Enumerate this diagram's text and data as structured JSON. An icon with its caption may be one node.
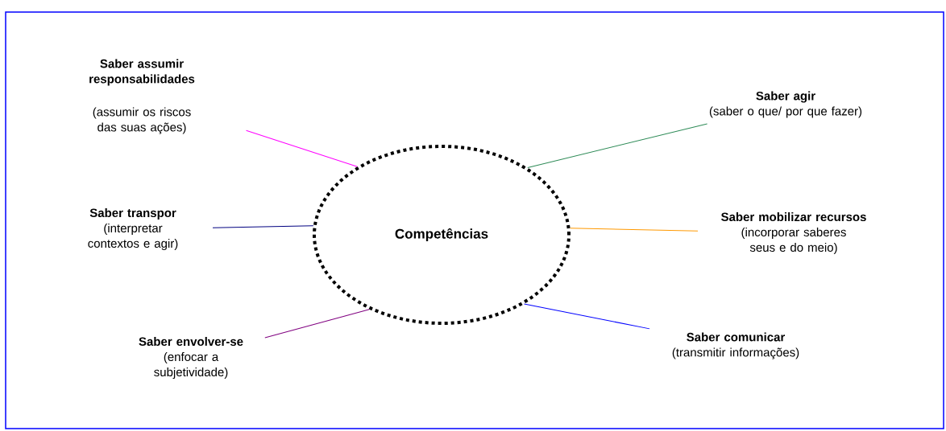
{
  "diagram": {
    "nodes": [
      {
        "text": [
          "Competências"
        ]
      },
      {
        "text": [
          "Saber assumir responsabilidades",
          "(assumir os riscos das suas ações)"
        ]
      },
      {
        "text": [
          "Saber transpor",
          "(interpretar contextos e agir)"
        ]
      },
      {
        "text": [
          "Saber envolver-se",
          "(enfocar a subjetividade)"
        ]
      },
      {
        "text": [
          "Saber agir",
          "(saber o que/ por que fazer)"
        ]
      },
      {
        "text": [
          "Saber mobilizar recursos",
          "(incorporar saberes seus e do meio)"
        ]
      },
      {
        "text": [
          "Saber comunicar",
          "(transmitir informações)"
        ]
      }
    ],
    "edges": [
      {
        "from": 0,
        "to": 1,
        "arrow": "none",
        "color": "#ff00ff"
      },
      {
        "from": 0,
        "to": 2,
        "arrow": "none",
        "color": "#000080"
      },
      {
        "from": 0,
        "to": 3,
        "arrow": "none",
        "color": "#800080"
      },
      {
        "from": 0,
        "to": 4,
        "arrow": "none",
        "color": "#2e8b57"
      },
      {
        "from": 0,
        "to": 5,
        "arrow": "none",
        "color": "#ff9900"
      },
      {
        "from": 0,
        "to": 6,
        "arrow": "none",
        "color": "#0000ff"
      }
    ]
  }
}
